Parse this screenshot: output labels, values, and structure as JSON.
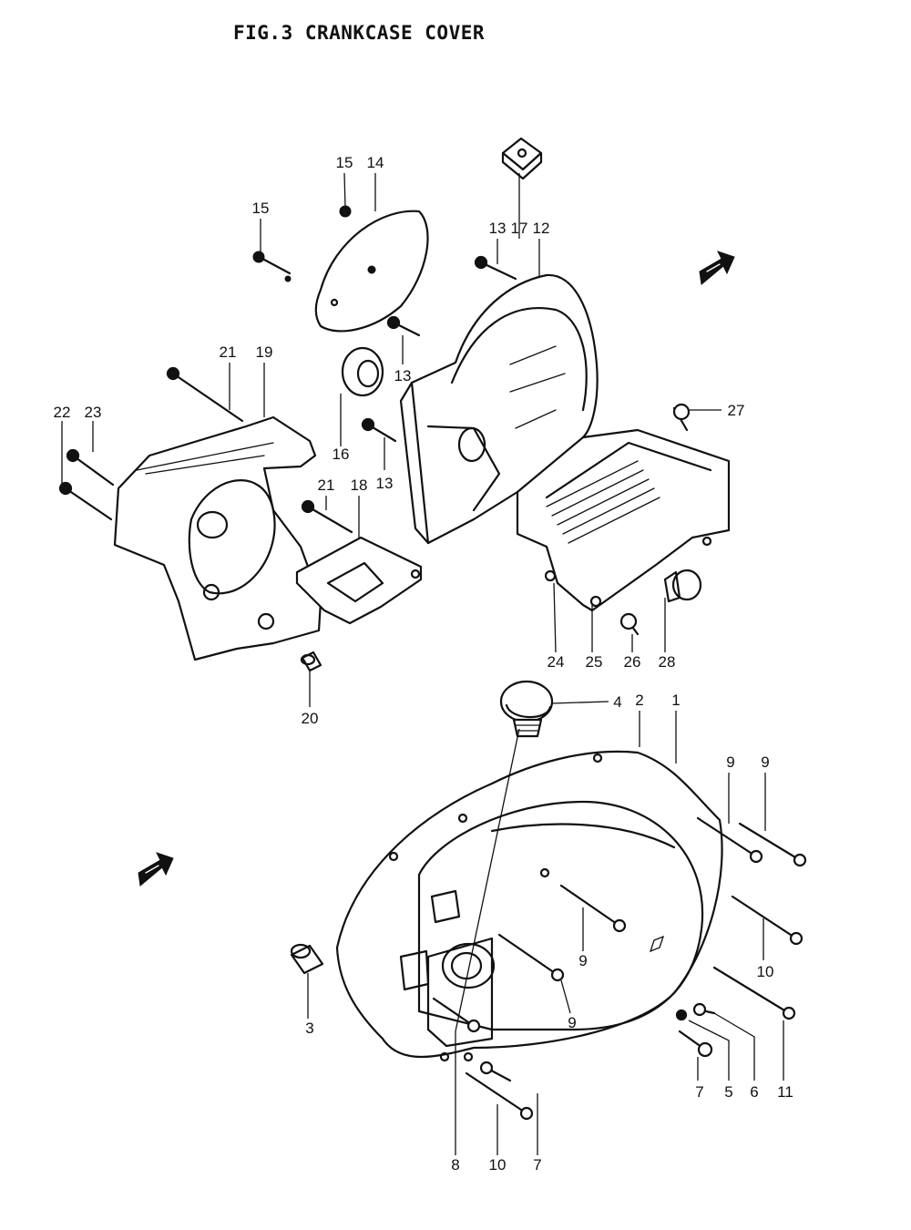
{
  "title": "FIG.3  CRANKCASE COVER",
  "labels": {
    "l1": "1",
    "l2": "2",
    "l3": "3",
    "l4": "4",
    "l5": "5",
    "l6": "6",
    "l7a": "7",
    "l7b": "7",
    "l8": "8",
    "l9a": "9",
    "l9b": "9",
    "l9c": "9",
    "l9d": "9",
    "l10a": "10",
    "l10b": "10",
    "l11": "11",
    "l12": "12",
    "l13a": "13",
    "l13b": "13",
    "l13c": "13",
    "l14": "14",
    "l15a": "15",
    "l15b": "15",
    "l16": "16",
    "l17": "17",
    "l18": "18",
    "l19": "19",
    "l20": "20",
    "l21a": "21",
    "l21b": "21",
    "l22": "22",
    "l23": "23",
    "l24": "24",
    "l25": "25",
    "l26": "26",
    "l27": "27",
    "l28": "28"
  },
  "icons": [
    "front-direction-arrow-icon"
  ]
}
